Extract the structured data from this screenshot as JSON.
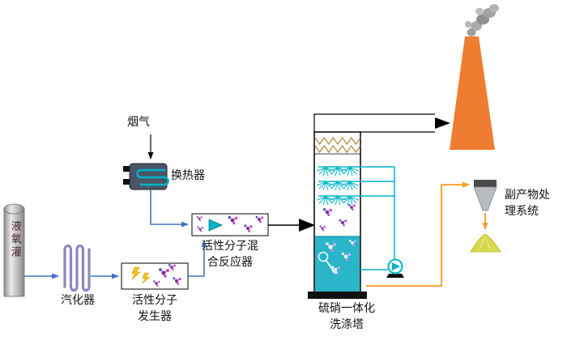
{
  "diagram": {
    "labels": {
      "flue_gas": "烟气",
      "heat_exchanger": "换热器",
      "oxygen_tank": "液氧灌",
      "vaporizer": "汽化器",
      "generator": "活性分子\n发生器",
      "mixing_reactor": "活性分子混\n合反应器",
      "scrubber_tower": "硫硝一体化\n洗涤塔",
      "byproduct_system": "副产物处\n理系统"
    }
  },
  "colors": {
    "flow-blue": "#4472c4",
    "pipe-cyan": "#00b4c8",
    "line-orange": "#f59a23",
    "chimney-orange": "#ef7d31",
    "liquid-cyan": "#2ab5c9",
    "smoke-gray": "#9a9a9a",
    "lightning-yellow": "#f5c518",
    "molecule-purple": "#8a2aa0",
    "molecule-magenta": "#cc44cc",
    "hx-body": "#4a5566",
    "demister-tan": "#b08038",
    "byproduct-yellow": "#d6d84f",
    "tank-gray": "#b0b0b0"
  }
}
